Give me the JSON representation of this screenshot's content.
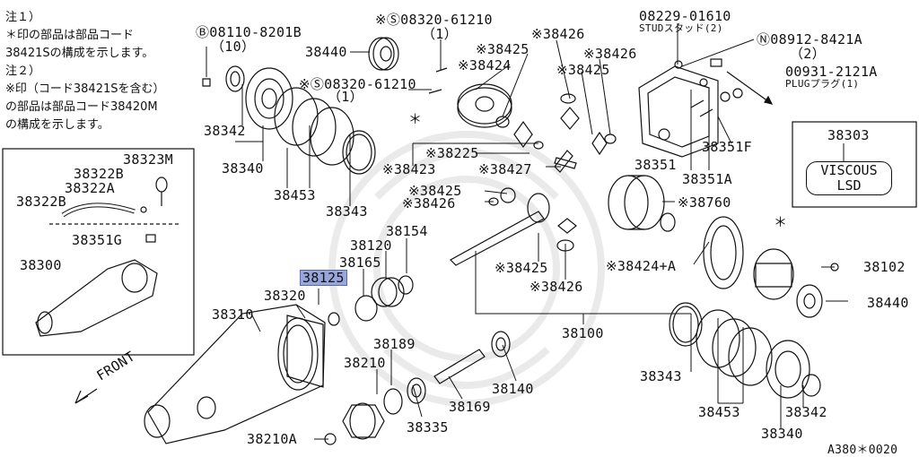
{
  "diagram": {
    "notes": {
      "note1_title": "注１）",
      "note1_line1": "＊印の部品は部品コード",
      "note1_line2": "38421Sの構成を示します。",
      "note2_title": "注２）",
      "note2_line1": "※印（コード38421Sを含む）",
      "note2_line2": "の部品は部品コード38420M",
      "note2_line3": "の構成を示します。"
    },
    "callouts": {
      "bolt_b": "Ⓑ08110-8201B",
      "bolt_b_qty": "（10）",
      "p38440a": "38440",
      "p38342a": "38342",
      "p38340a": "38340",
      "screw_top": "※Ⓢ08320-61210",
      "screw_top_qty": "（1）",
      "screw_mid": "※Ⓢ08320-61210",
      "screw_mid_qty": "（1）",
      "p38426a": "※38426",
      "p38425a": "※38425",
      "p38424": "※38424",
      "p38426b": "※38426",
      "p38425b": "※38425",
      "stud": "08229-01610",
      "stud_name": "STUDスタッド(2)",
      "nut": "Ⓝ08912-8421A",
      "nut_qty": "（2）",
      "plug": "00931-2121A",
      "plug_name": "PLUGプラグ(1)",
      "star_mark1": "＊",
      "p38225": "※38225",
      "p38423": "※38423",
      "p38427": "※38427",
      "p38351": "38351",
      "p38351f": "38351F",
      "p38351a": "38351A",
      "p38303": "38303",
      "viscous1": "VISCOUS",
      "viscous2": "LSD",
      "p38453a": "38453",
      "p38343a": "38343",
      "p38323m": "38323M",
      "p38322b1": "38322B",
      "p38322a": "38322A",
      "p38322b2": "38322B",
      "p38351g": "38351G",
      "p38300": "38300",
      "p38425c": "※38425",
      "p38426c": "※38426",
      "p38760": "※38760",
      "p38154": "38154",
      "p38120": "38120",
      "p38165": "38165",
      "p38125": "38125",
      "p38320": "38320",
      "p38310": "38310",
      "p38425d": "※38425",
      "p38426d": "※38426",
      "p38424a": "※38424+A",
      "star_mark2": "＊",
      "p38102": "38102",
      "p38440b": "38440",
      "p38100": "38100",
      "p38189": "38189",
      "p38210": "38210",
      "p38140": "38140",
      "p38169": "38169",
      "p38335": "38335",
      "p38210a": "38210A",
      "front": "FRONT",
      "p38343b": "38343",
      "p38453b": "38453",
      "p38342b": "38342",
      "p38340b": "38340",
      "figure_code": "A380＊0020"
    }
  }
}
